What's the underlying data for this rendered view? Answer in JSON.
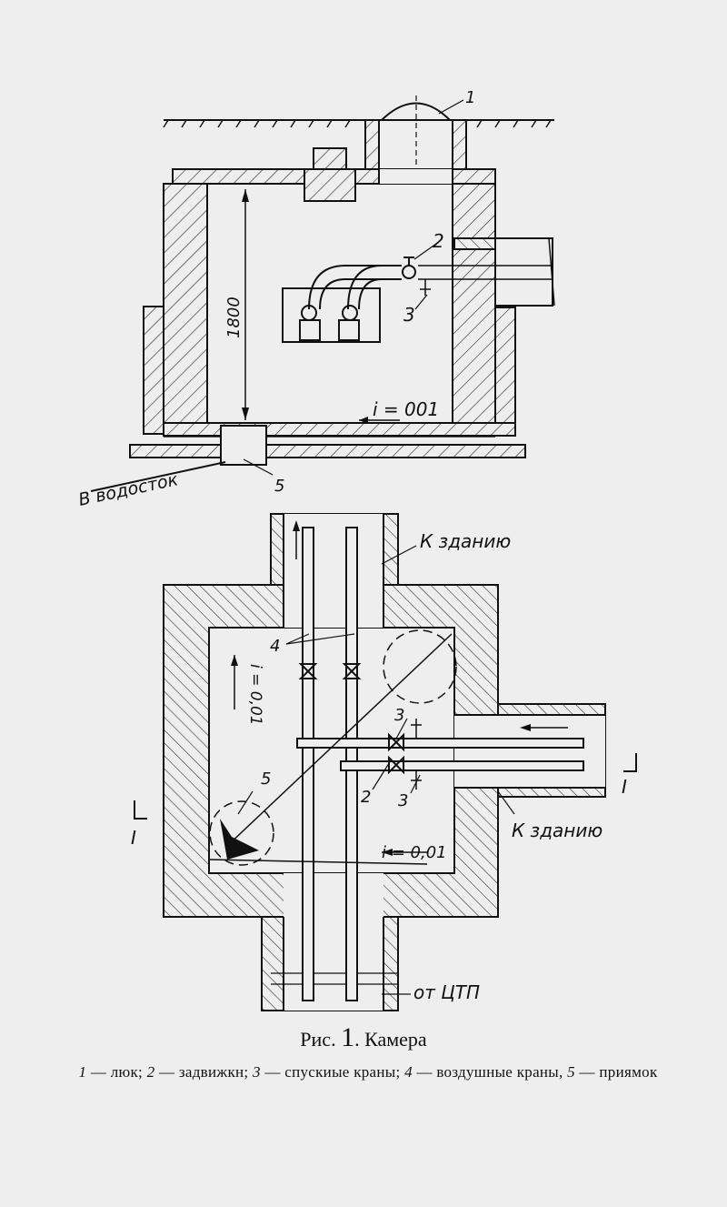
{
  "drawing": {
    "section": {
      "dimension": "1800",
      "slope": "i = 001",
      "drain_label": "В водосток",
      "callouts": {
        "hatch": "1",
        "valve": "2",
        "drain_tap": "3",
        "sump": "5"
      }
    },
    "plan": {
      "to_building_top": "К зданию",
      "to_building_right": "К зданию",
      "from_ctp": "от ЦТП",
      "slope_vertical": "i = 0,01",
      "slope_horizontal": "i = 0,01",
      "section_mark": "I",
      "callouts": {
        "air_valves": "4",
        "drain_tap_top": "3",
        "drain_tap_bottom": "3",
        "valves": "2",
        "sump": "5"
      }
    }
  },
  "caption": {
    "prefix": "Рис.",
    "number": "1",
    "title": ". Камера"
  },
  "legend": [
    {
      "num": "1",
      "text": "— люк;"
    },
    {
      "num": "2",
      "text": "— задвижкн;"
    },
    {
      "num": "3",
      "text": "— спускиые краны;"
    },
    {
      "num": "4",
      "text": "— воздушные краны,"
    },
    {
      "num": "5",
      "text": "— приямок"
    }
  ],
  "colors": {
    "ink": "#111111",
    "paper": "#eeeeee"
  }
}
